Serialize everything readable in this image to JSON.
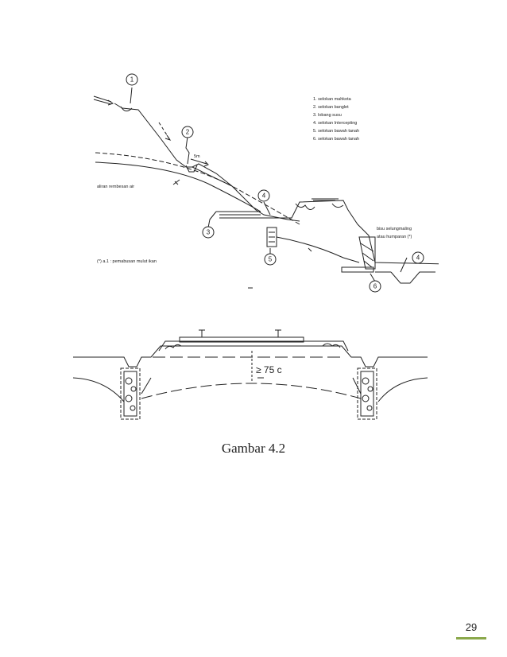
{
  "figure1": {
    "legend": [
      "1. selokan mahkota",
      "2. selokan banglet",
      "3. lobang susu",
      "4. selokan Intercepting",
      "5. selokan bawah tanah",
      "6. selokan bawah tanah"
    ],
    "callouts": [
      "1",
      "2",
      "3",
      "4",
      "5",
      "6",
      "4"
    ],
    "label_seepage": "aliran rembesan air",
    "label_width": "5m",
    "label_note": "(*) a.1 : pemabusan mulut ikan",
    "label_right_1": "bisu selungmaling",
    "label_right_2": "atau humparan (*)"
  },
  "figure2": {
    "depth_label": "≥ 75  c"
  },
  "caption": "Gambar 4.2",
  "page_number": "29",
  "colors": {
    "ink": "#222222",
    "accent": "#8aa84a"
  }
}
